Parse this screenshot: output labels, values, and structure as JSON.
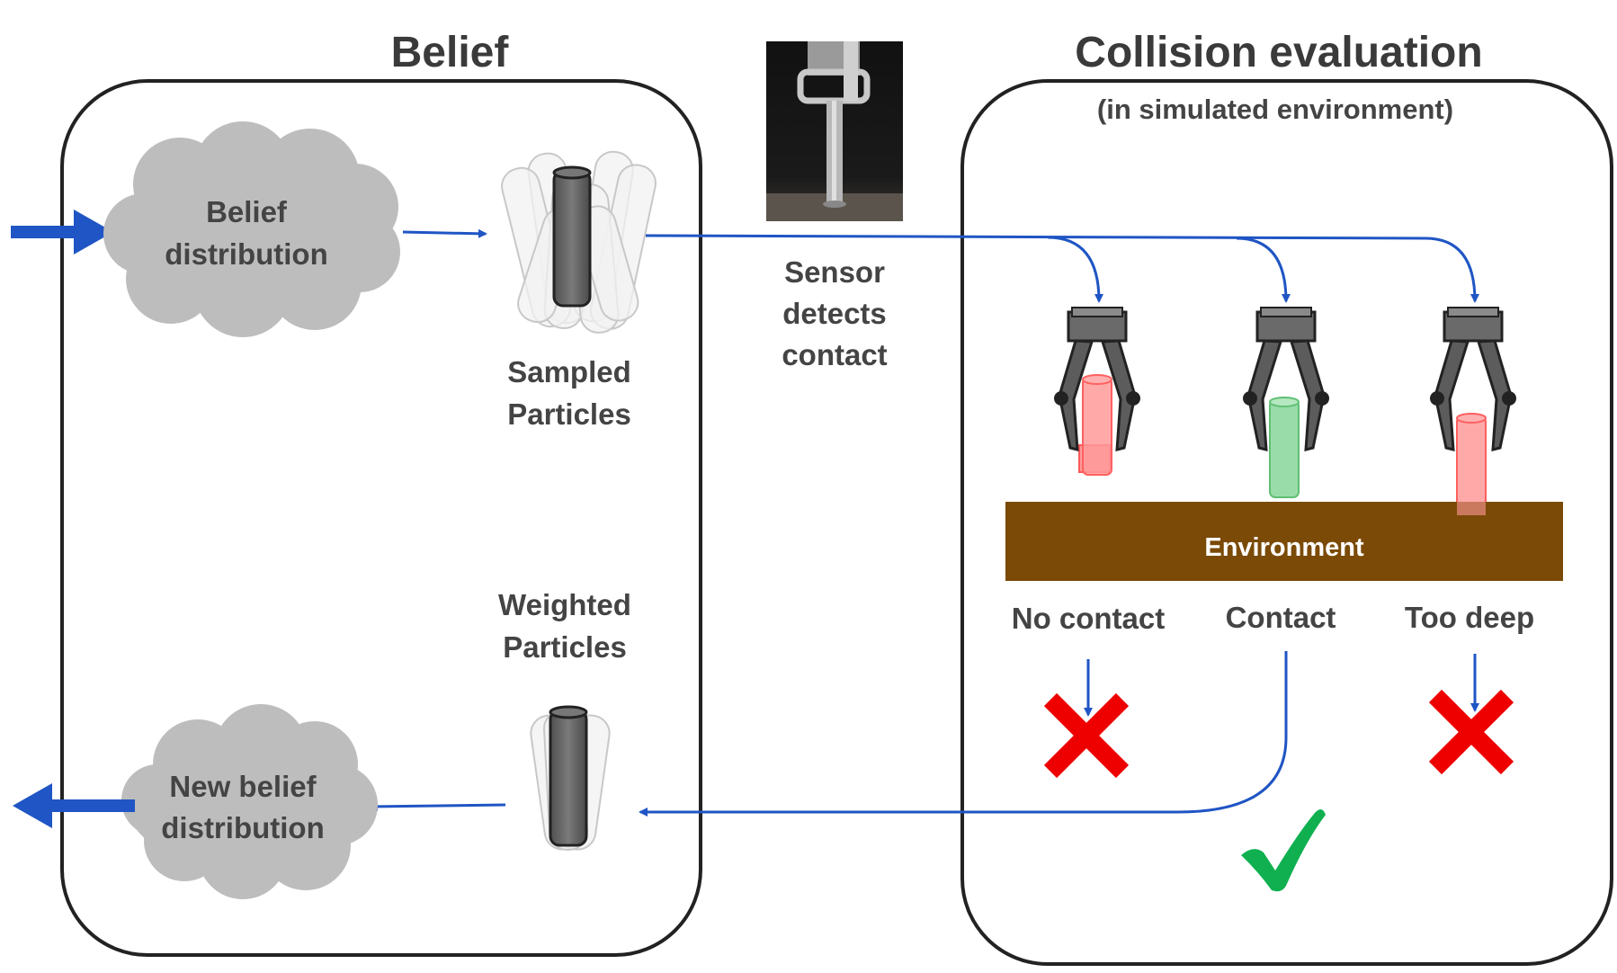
{
  "belief_panel": {
    "title": "Belief",
    "belief_cloud": {
      "line1": "Belief",
      "line2": "distribution"
    },
    "sampled": {
      "line1": "Sampled",
      "line2": "Particles"
    },
    "weighted": {
      "line1": "Weighted",
      "line2": "Particles"
    },
    "new_cloud": {
      "line1": "New belief",
      "line2": "distribution"
    }
  },
  "sensor": {
    "line1": "Sensor",
    "line2": "detects",
    "line3": "contact"
  },
  "collision_panel": {
    "title": "Collision evaluation",
    "subtitle": "(in simulated environment)",
    "environment_label": "Environment",
    "outcomes": [
      {
        "label": "No contact",
        "result": "rejected"
      },
      {
        "label": "Contact",
        "result": "accepted"
      },
      {
        "label": "Too deep",
        "result": "rejected"
      }
    ]
  },
  "colors": {
    "arrow": "#1f55c4",
    "cloud": "#bdbdbd",
    "environment": "#7a4a06",
    "reject": "#ee0000",
    "accept": "#10b050",
    "red_peg": "#ff8888",
    "green_peg": "#8fd8a0"
  }
}
